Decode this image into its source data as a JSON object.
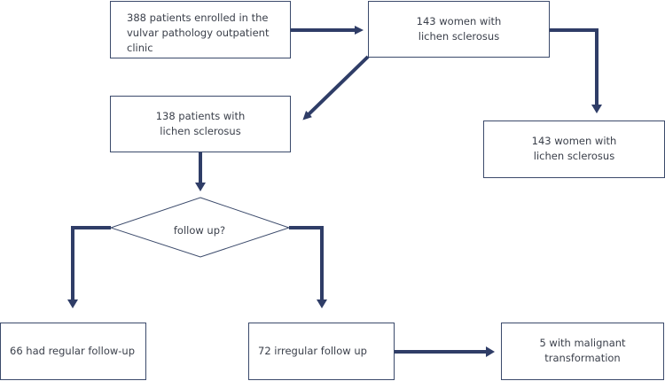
{
  "nodes": {
    "enrolled": "388 patients enrolled in the\nvulvar pathology outpatient\nclinic",
    "women_top": "143 women with\nlichen sclerosus",
    "patients_138": "138 patients with\nlichen sclerosus",
    "women_right": "143 women with\nlichen sclerosus",
    "decision": "follow up?",
    "regular": "66 had regular follow-up",
    "irregular": "72 irregular follow up",
    "malignant": "5 with malignant\ntransformation"
  },
  "colors": {
    "arrow": "#2f3d67",
    "border": "#3b4a6b",
    "text": "#3a3f4a"
  }
}
